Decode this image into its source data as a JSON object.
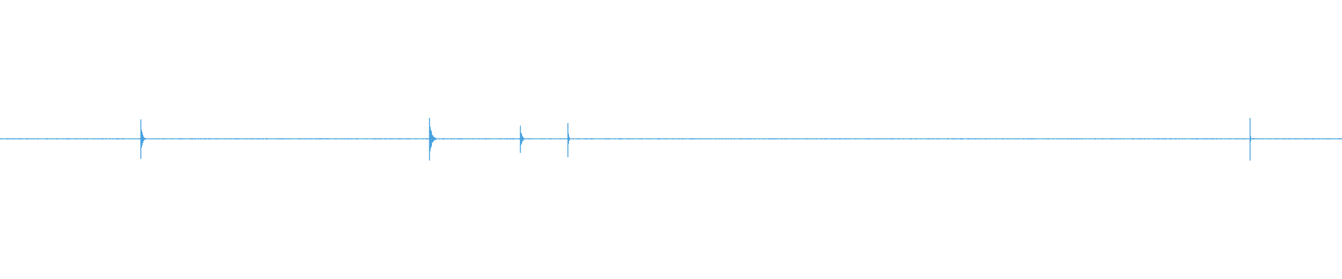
{
  "waveform": {
    "color": "#4aa3df",
    "baseline_amplitude": 0.02,
    "duration_fraction_markers": "none",
    "transients": [
      {
        "position": 0.1045,
        "peak_up": 0.55,
        "peak_down": 0.6,
        "decay": 0.004
      },
      {
        "position": 0.32,
        "peak_up": 0.62,
        "peak_down": 0.65,
        "decay": 0.006
      },
      {
        "position": 0.3875,
        "peak_up": 0.36,
        "peak_down": 0.42,
        "decay": 0.004
      },
      {
        "position": 0.423,
        "peak_up": 0.47,
        "peak_down": 0.55,
        "decay": 0.002
      },
      {
        "position": 0.931,
        "peak_up": 0.62,
        "peak_down": 0.65,
        "decay": 0.001
      }
    ]
  }
}
